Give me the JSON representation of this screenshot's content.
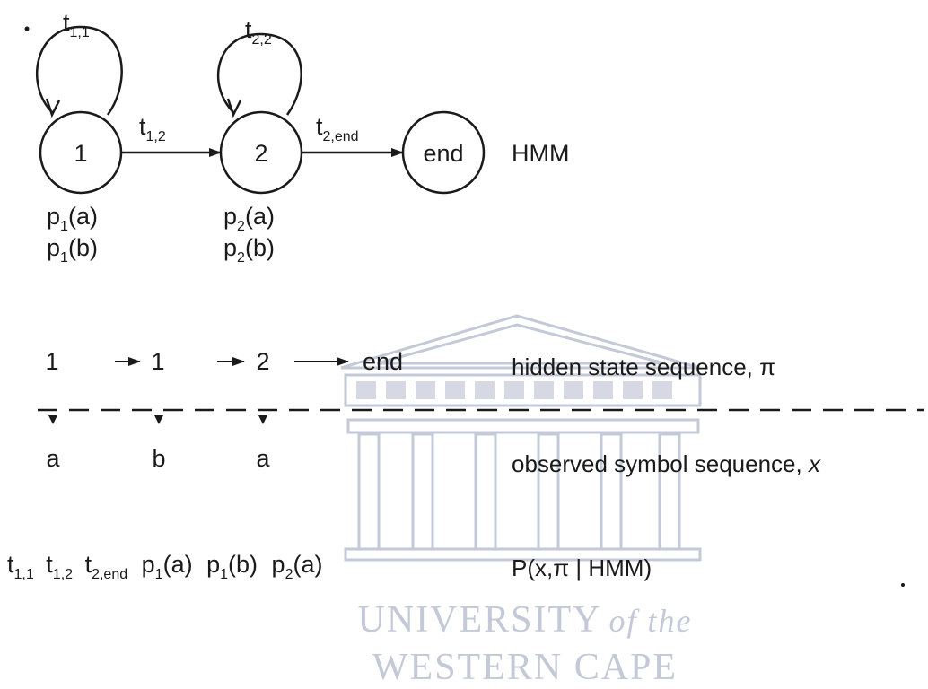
{
  "hmm_diagram": {
    "model_label": "HMM",
    "states": [
      {
        "label": "1",
        "emissions": [
          "a",
          "b"
        ]
      },
      {
        "label": "2",
        "emissions": [
          "a",
          "b"
        ]
      },
      {
        "label": "end"
      }
    ],
    "self_transitions": [
      {
        "base": "t",
        "sub": "1,1"
      },
      {
        "base": "t",
        "sub": "2,2"
      }
    ],
    "transitions": [
      {
        "base": "t",
        "sub": "1,2"
      },
      {
        "base": "t",
        "sub": "2,end"
      }
    ]
  },
  "hidden_sequence": {
    "states": [
      "1",
      "1",
      "2",
      "end"
    ],
    "caption": "hidden state sequence, π"
  },
  "observed_sequence": {
    "symbols": [
      "a",
      "b",
      "a"
    ],
    "caption_text": "observed symbol sequence, ",
    "caption_var": "x"
  },
  "probability_terms": [
    {
      "base": "t",
      "sub": "1,1"
    },
    {
      "base": "t",
      "sub": "1,2"
    },
    {
      "base": "t",
      "sub": "2,end"
    },
    {
      "base": "p",
      "sub": "1",
      "arg": "(a)"
    },
    {
      "base": "p",
      "sub": "1",
      "arg": "(b)"
    },
    {
      "base": "p",
      "sub": "2",
      "arg": "(a)"
    }
  ],
  "probability_caption": "P(x,π | HMM)",
  "watermark": {
    "line1": "UNIVERSITY",
    "line1_italic": "of the",
    "line2": "WESTERN CAPE"
  },
  "colors": {
    "ink": "#1a1a1a",
    "watermark": "#c4c9d8",
    "background": "#ffffff"
  }
}
